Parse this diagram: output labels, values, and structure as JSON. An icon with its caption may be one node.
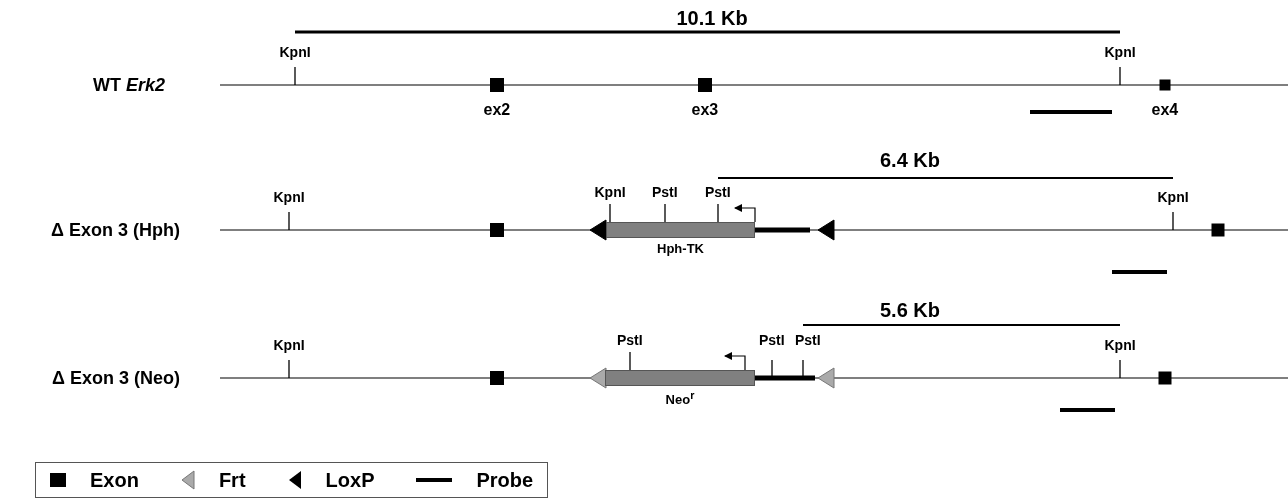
{
  "diagram": {
    "nodes": [
      {
        "text": [
          "Hph-TK"
        ]
      },
      {
        "text": [
          "Neo$^{r}$"
        ]
      }
    ],
    "labels": [
      "10.1 Kb",
      "KpnI",
      "KpnI",
      "WT *Erk2*",
      "ex2",
      "ex3",
      "ex4",
      "6.4 Kb",
      "KpnI",
      "KpnI",
      "PstI",
      "PstI",
      "KpnI",
      "Δ Exon 3 (Hph)",
      "5.6 Kb",
      "KpnI",
      "PstI",
      "PstI",
      "PstI",
      "KpnI",
      "Δ Exon 3 (Neo)"
    ],
    "legend": [
      {
        "text": "Exon",
        "color": "#000000"
      },
      {
        "text": "Frt"
      },
      {
        "text": "LoxP"
      },
      {
        "text": "Probe"
      }
    ]
  }
}
